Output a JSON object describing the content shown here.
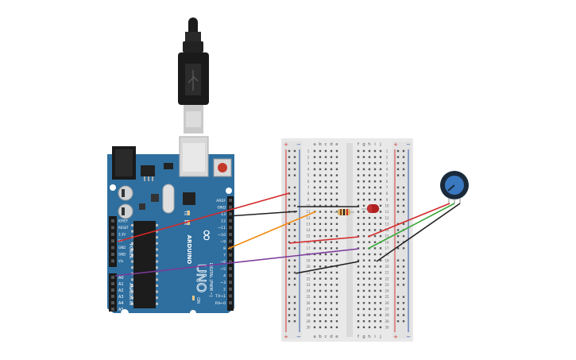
{
  "colors": {
    "arduino_board": "#2f6f9f",
    "arduino_dark": "#1f4f75",
    "breadboard": "#e9e9e9",
    "rail_red": "#d43a32",
    "rail_blue": "#2f57a8",
    "wire_red": "#d42a2a",
    "wire_black": "#222222",
    "wire_orange": "#f08a10",
    "wire_purple": "#7b3a9a",
    "wire_green": "#39a83a",
    "led": "#b02020",
    "pot_knob": "#3a78c0"
  },
  "arduino": {
    "model_text": "UNO",
    "brand_text": "ARDUINO",
    "power_header_label": "POWER",
    "analog_header_label": "ANALOG IN",
    "digital_header_label": "DIGITAL (PWM ~)",
    "on_label": "ON",
    "tx_label": "TX",
    "rx_label": "RX",
    "power_pins": [
      "IOREF",
      "RESET",
      "3.3V",
      "5V",
      "GND",
      "GND",
      "Vin"
    ],
    "analog_pins": [
      "A0",
      "A1",
      "A2",
      "A3",
      "A4",
      "A5"
    ],
    "digital_pins": [
      "AREF",
      "GND",
      "13",
      "12",
      "~11",
      "~10",
      "~9",
      "8",
      "7",
      "~6",
      "~5",
      "4",
      "~3",
      "2",
      "TX→1",
      "RX←0"
    ]
  },
  "breadboard": {
    "rail_plus": "+",
    "rail_minus": "−",
    "left_columns": [
      "a",
      "b",
      "c",
      "d",
      "e"
    ],
    "right_columns": [
      "f",
      "g",
      "h",
      "i",
      "j"
    ],
    "rows": [
      "1",
      "2",
      "3",
      "4",
      "5",
      "6",
      "7",
      "8",
      "9",
      "10",
      "11",
      "12",
      "13",
      "14",
      "15",
      "16",
      "17",
      "18",
      "19",
      "20",
      "21",
      "22",
      "23",
      "24",
      "25",
      "26",
      "27",
      "28",
      "29",
      "30"
    ]
  },
  "components": {
    "usb_cable": "usb-cable",
    "resistor": "resistor",
    "led": "led",
    "potentiometer": "potentiometer"
  }
}
